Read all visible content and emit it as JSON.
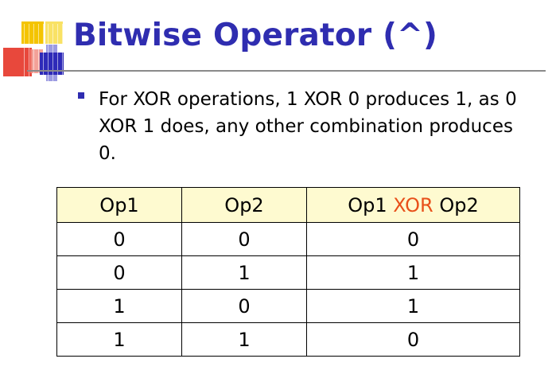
{
  "slide": {
    "title": "Bitwise Operator (^)",
    "bullet": "For XOR operations, 1 XOR 0 produces 1, as 0 XOR 1 does, any other combination produces 0."
  },
  "table": {
    "headers": {
      "op1": "Op1",
      "op2": "Op2",
      "result_left": "Op1 ",
      "result_mid": "XOR",
      "result_right": " Op2"
    },
    "rows": [
      [
        "0",
        "0",
        "0"
      ],
      [
        "0",
        "1",
        "1"
      ],
      [
        "1",
        "0",
        "1"
      ],
      [
        "1",
        "1",
        "0"
      ]
    ]
  },
  "colors": {
    "title": "#2f2db0",
    "header_bg": "#fefad0",
    "xor_highlight": "#e8501a"
  }
}
